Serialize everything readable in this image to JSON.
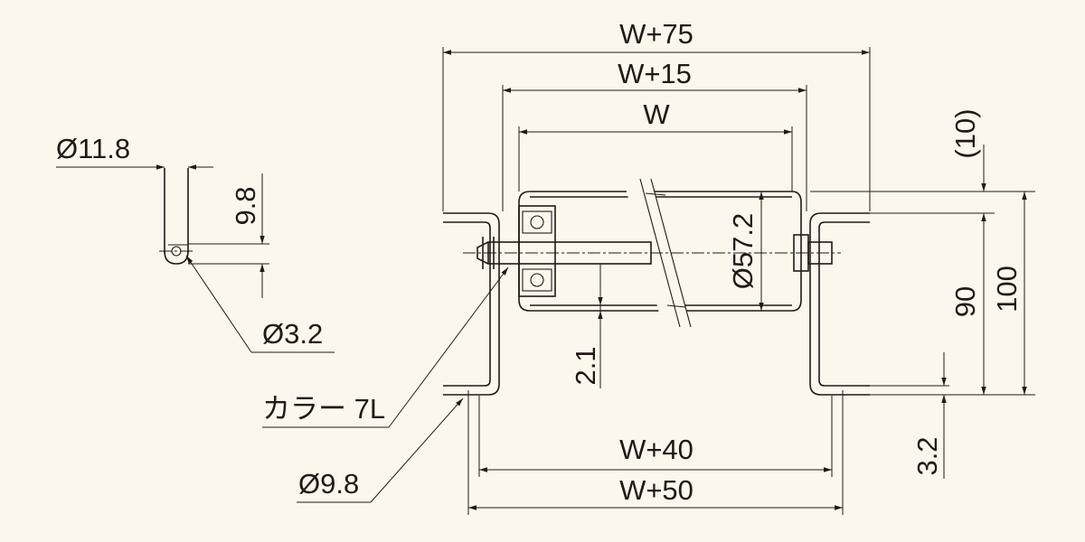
{
  "drawing": {
    "dimensions": {
      "w_plus_75": "W+75",
      "w_plus_15": "W+15",
      "w": "W",
      "w_plus_40": "W+40",
      "w_plus_50": "W+50",
      "offset_10": "(10)",
      "height_90": "90",
      "height_100": "100",
      "dia_57_2": "Ø57.2",
      "gap_2_1": "2.1",
      "thick_3_2": "3.2",
      "dia_11_8": "Ø11.8",
      "len_9_8": "9.8",
      "dia_3_2": "Ø3.2",
      "collar": "カラー 7L",
      "hole_9_8": "Ø9.8"
    }
  }
}
